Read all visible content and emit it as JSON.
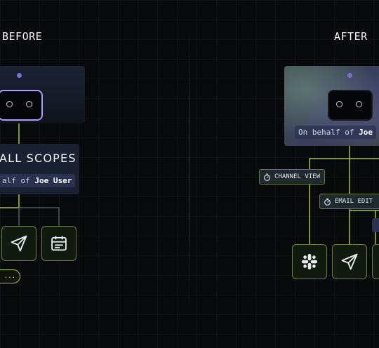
{
  "before": {
    "heading": "BEFORE",
    "scopes_title": "ALL SCOPES",
    "behalf_prefix": "alf of",
    "behalf_user": "Joe User",
    "pill_text": "e ..."
  },
  "after": {
    "heading": "AFTER",
    "behalf_prefix": "On behalf of",
    "behalf_user": "Joe",
    "chips": [
      "CHANNEL VIEW",
      "EMAIL EDIT"
    ]
  },
  "colors": {
    "accent_purple": "#a99bff",
    "wire_green": "#a9c431",
    "tile_border": "#6b7f3e"
  }
}
